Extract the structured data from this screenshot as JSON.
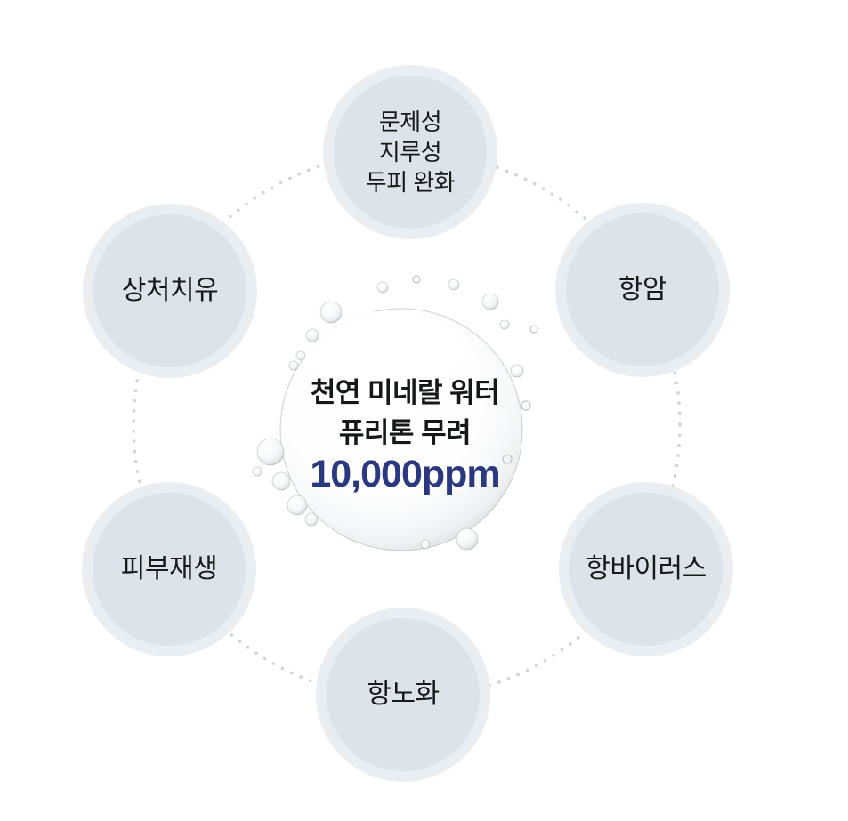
{
  "center": {
    "line1": "천연 미네랄 워터",
    "line2": "퓨리톤 무려",
    "value": "10,000ppm"
  },
  "nodes": [
    {
      "id": "scalp-relief",
      "label": "문제성\n지루성\n두피 완화"
    },
    {
      "id": "wound-healing",
      "label": "상처치유"
    },
    {
      "id": "anti-cancer",
      "label": "항암"
    },
    {
      "id": "skin-regeneration",
      "label": "피부재생"
    },
    {
      "id": "anti-virus",
      "label": "항바이러스"
    },
    {
      "id": "anti-aging",
      "label": "항노화"
    }
  ],
  "icons": {
    "water_bubble": "water-bubble-image",
    "dotted_circle": "dotted-connector-circle"
  },
  "colors": {
    "background": "#ffffff",
    "node_fill": "#dde3e8",
    "node_ring": "#e9eef2",
    "dotted_line": "#d0d4d8",
    "label_text": "#17191b",
    "accent_navy": "#2a3880",
    "bubble_rim": "#b2b7bb"
  }
}
